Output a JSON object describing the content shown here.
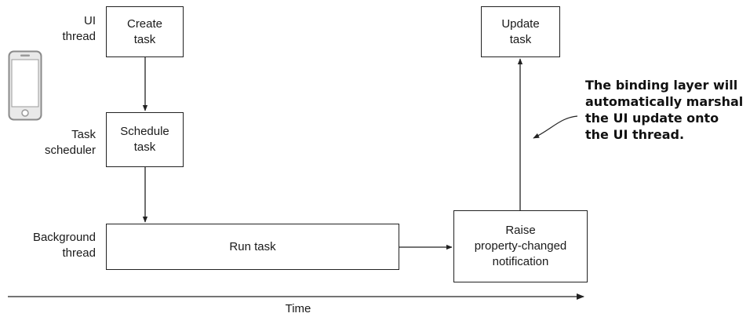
{
  "lanes": {
    "ui": "UI\nthread",
    "scheduler": "Task\nscheduler",
    "background": "Background\nthread"
  },
  "boxes": {
    "create": "Create\ntask",
    "schedule": "Schedule\ntask",
    "run": "Run task",
    "raise": "Raise\nproperty-changed\nnotification",
    "update": "Update\ntask"
  },
  "callout": "The binding layer will\nautomatically marshal\nthe UI update onto\nthe UI thread.",
  "axis": {
    "label": "Time"
  },
  "icons": {
    "lane_icon": "smartphone-icon"
  }
}
